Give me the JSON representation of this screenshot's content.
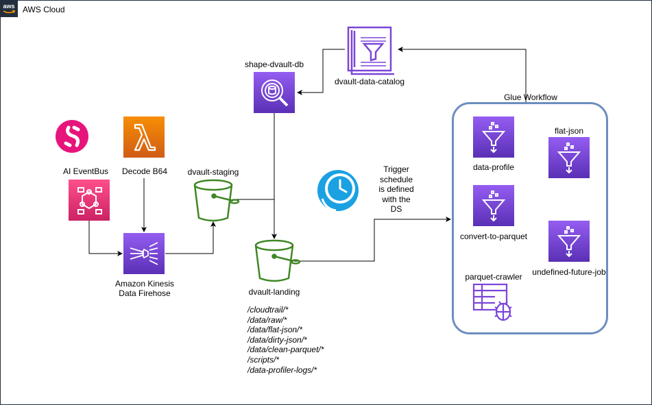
{
  "cloud": {
    "title": "AWS Cloud",
    "logo_text": "aws"
  },
  "nodes": {
    "eventbus": "AI EventBus",
    "decode": "Decode B64",
    "firehose_line1": "Amazon Kinesis",
    "firehose_line2": "Data Firehose",
    "staging": "dvault-staging",
    "landing": "dvault-landing",
    "athena": "shape-dvault-db",
    "catalog": "dvault-data-catalog",
    "trigger": "Trigger schedule is defined with the DS"
  },
  "glue_workflow": {
    "title": "Glue Workflow",
    "jobs": {
      "data_profile": "data-profile",
      "flat_json": "flat-json",
      "convert": "convert-to-parquet",
      "future": "undefined-future-job",
      "crawler": "parquet-crawler"
    }
  },
  "landing_paths": [
    "/cloudtrail/*",
    "/data/raw/*",
    "/data/flat-json/*",
    "/data/dirty-json/*",
    "/data/clean-parquet/*",
    "/scripts/*",
    "/data-profiler-logs/*"
  ],
  "colors": {
    "glue_purple": "#7b45d8",
    "lambda_orange": "#ed7100",
    "eventbridge_pink": "#e7157b",
    "s3_green": "#3f8624",
    "clock_blue": "#1ba1e2",
    "workflow_border": "#6c8ebf"
  },
  "icons": [
    "aws-logo-icon",
    "snowplow-logo-icon",
    "eventbridge-icon",
    "lambda-icon",
    "firehose-icon",
    "s3-bucket-icon",
    "athena-icon",
    "data-catalog-icon",
    "clock-icon",
    "glue-job-icon",
    "glue-crawler-icon"
  ]
}
